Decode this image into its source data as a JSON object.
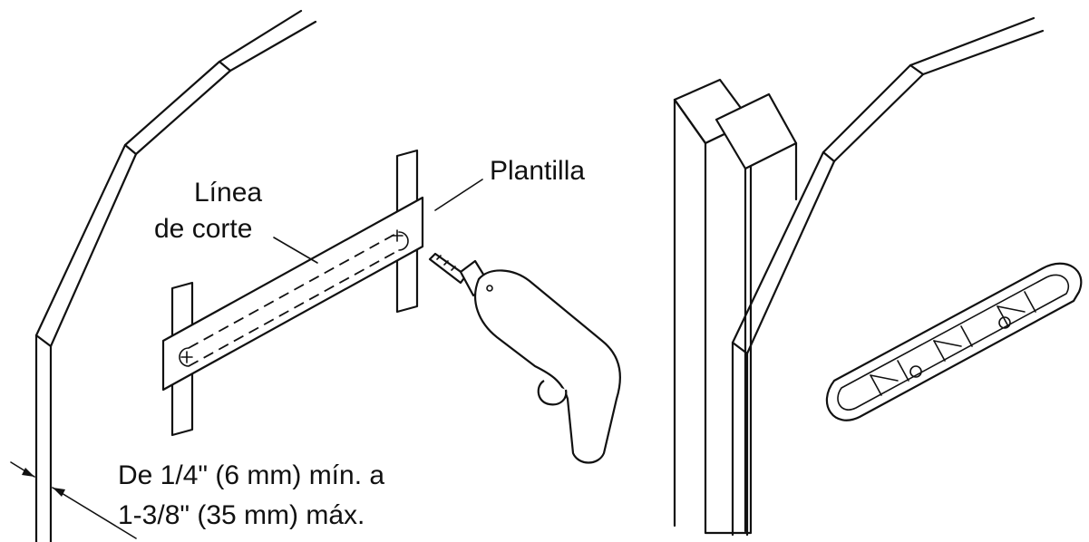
{
  "labels": {
    "template": "Plantilla",
    "cut_line_1": "Línea",
    "cut_line_2": "de corte",
    "distance_1": "De 1/4\" (6 mm) mín. a",
    "distance_2": "1-3/8\" (35 mm) máx."
  },
  "colors": {
    "ink": "#111111",
    "background": "#ffffff"
  }
}
